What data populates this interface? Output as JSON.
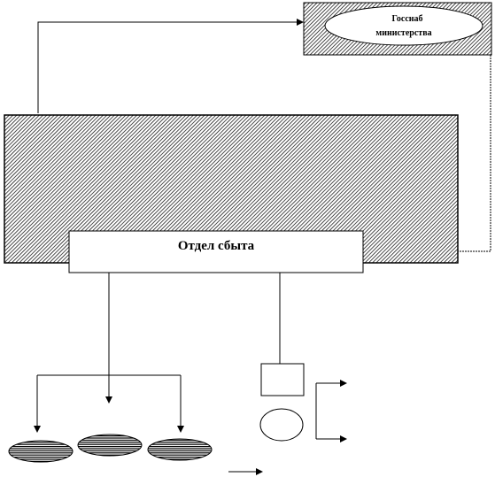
{
  "nodes": {
    "gossnab_line1": "Госснаб",
    "gossnab_line2": "министерства",
    "sales_dept": "Отдел сбыта"
  },
  "colors": {
    "stroke": "#000000",
    "background": "#ffffff"
  }
}
